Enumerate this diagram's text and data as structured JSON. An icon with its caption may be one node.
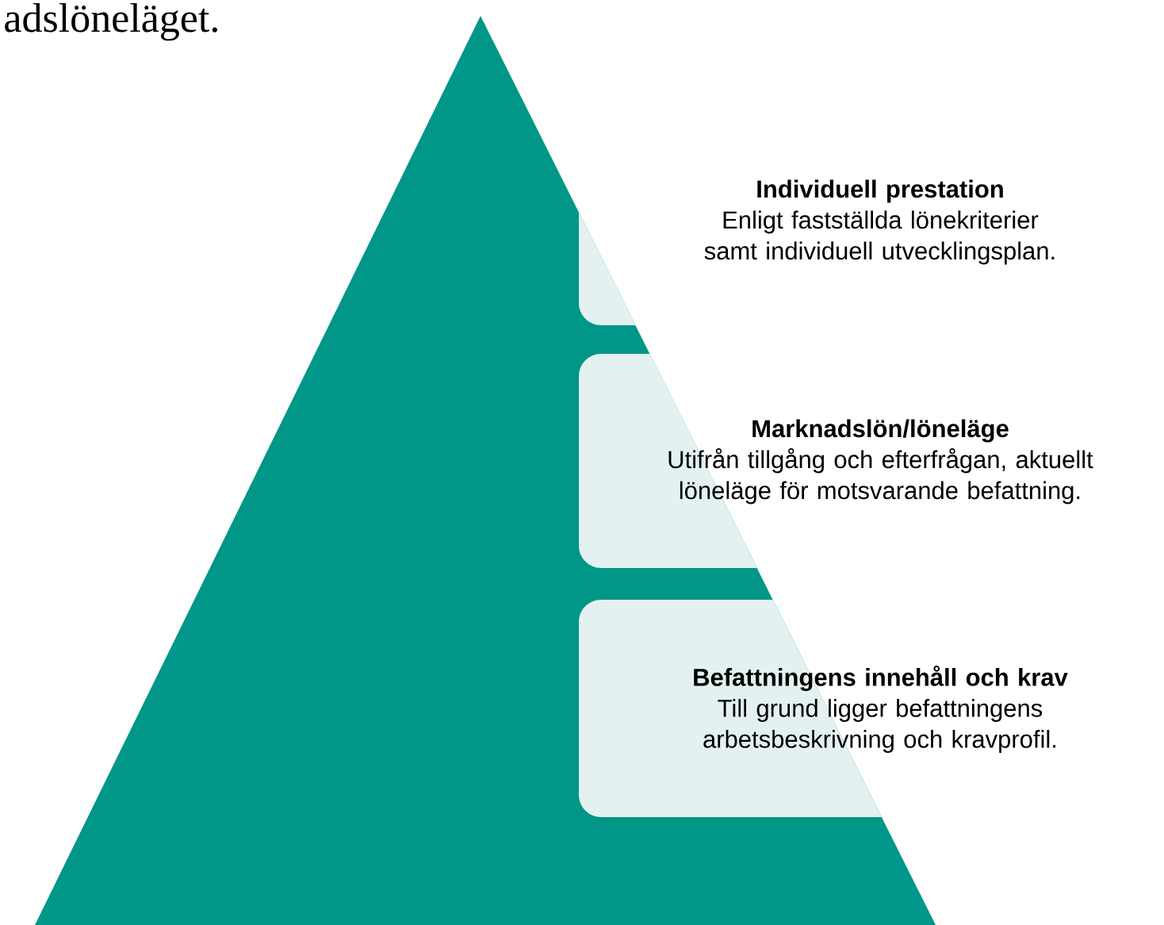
{
  "diagram": {
    "nodes": [
      {
        "text": [
          "Individuell prestation",
          "Enligt fastställda lönekriterier samt individuell utvecklingsplan."
        ]
      },
      {
        "text": [
          "Marknadslön/löneläge",
          "Utifrån tillgång och efterfrågan, aktuellt löneläge för motsvarande befattning."
        ]
      },
      {
        "text": [
          "Befattningens innehåll och krav",
          "Till grund ligger befattningens arbetsbeskrivning och kravprofil."
        ]
      }
    ],
    "labels": [
      "adslöneläget."
    ]
  }
}
